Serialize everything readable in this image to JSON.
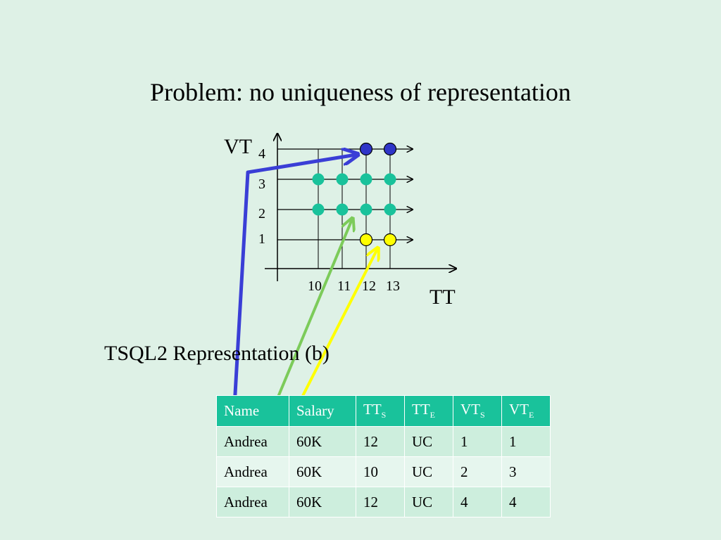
{
  "title": "Problem: no uniqueness of representation",
  "subtitle": "TSQL2 Representation (b)",
  "diagram": {
    "y_axis_label": "VT",
    "x_axis_label": "TT",
    "y_ticks": [
      "1",
      "2",
      "3",
      "4"
    ],
    "x_ticks": [
      "10",
      "11",
      "12",
      "13"
    ],
    "points": [
      {
        "tt": 12,
        "vt": 4,
        "color": "blue"
      },
      {
        "tt": 13,
        "vt": 4,
        "color": "blue"
      },
      {
        "tt": 10,
        "vt": 3,
        "color": "teal"
      },
      {
        "tt": 11,
        "vt": 3,
        "color": "teal"
      },
      {
        "tt": 12,
        "vt": 3,
        "color": "teal"
      },
      {
        "tt": 13,
        "vt": 3,
        "color": "teal"
      },
      {
        "tt": 10,
        "vt": 2,
        "color": "teal"
      },
      {
        "tt": 11,
        "vt": 2,
        "color": "teal"
      },
      {
        "tt": 12,
        "vt": 2,
        "color": "teal"
      },
      {
        "tt": 13,
        "vt": 2,
        "color": "teal"
      },
      {
        "tt": 12,
        "vt": 1,
        "color": "yellow"
      },
      {
        "tt": 13,
        "vt": 1,
        "color": "yellow"
      }
    ],
    "colors": {
      "blue": "#2f35c8",
      "teal": "#19c29b",
      "yellow": "#ffff00",
      "arrow_blue": "#3a3ed6",
      "arrow_green": "#7ccb5a",
      "arrow_yellow": "#ffff00"
    }
  },
  "table": {
    "headers": [
      {
        "main": "Name",
        "sub": ""
      },
      {
        "main": "Salary",
        "sub": ""
      },
      {
        "main": "TT",
        "sub": "S"
      },
      {
        "main": "TT",
        "sub": "E"
      },
      {
        "main": "VT",
        "sub": "S"
      },
      {
        "main": "VT",
        "sub": "E"
      }
    ],
    "rows": [
      [
        "Andrea",
        "60K",
        "12",
        "UC",
        "1",
        "1"
      ],
      [
        "Andrea",
        "60K",
        "10",
        "UC",
        "2",
        "3"
      ],
      [
        "Andrea",
        "60K",
        "12",
        "UC",
        "4",
        "4"
      ]
    ]
  }
}
